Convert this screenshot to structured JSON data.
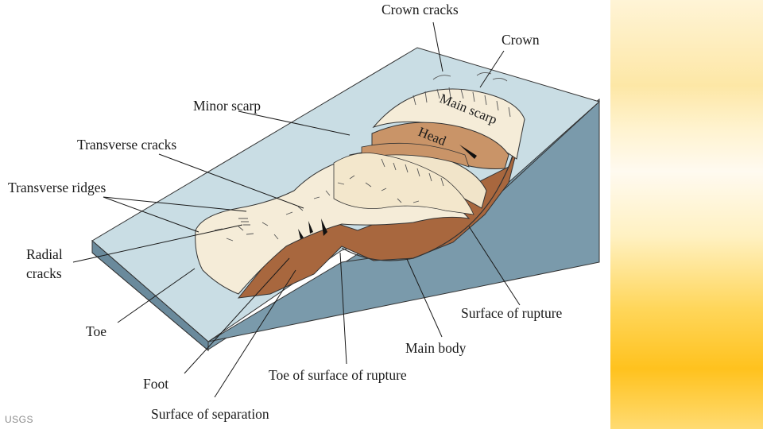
{
  "diagram": {
    "labels": {
      "crown_cracks": "Crown cracks",
      "crown": "Crown",
      "minor_scarp": "Minor scarp",
      "transverse_cracks": "Transverse cracks",
      "transverse_ridges": "Transverse ridges",
      "radial_cracks_line1": "Radial",
      "radial_cracks_line2": "cracks",
      "toe": "Toe",
      "foot": "Foot",
      "surface_of_separation": "Surface of separation",
      "toe_of_surface_of_rupture": "Toe of surface of rupture",
      "main_body": "Main body",
      "surface_of_rupture": "Surface of rupture",
      "main_scarp": "Main scarp",
      "head": "Head"
    },
    "credit": "USGS"
  },
  "colors": {
    "slope_top": "#c9dde4",
    "block_side": "#7a9aab",
    "rupture_brown": "#a8673e",
    "head_tan": "#c99468",
    "debris": "#f5ecd8",
    "accent_gold": "#ffc21e"
  }
}
